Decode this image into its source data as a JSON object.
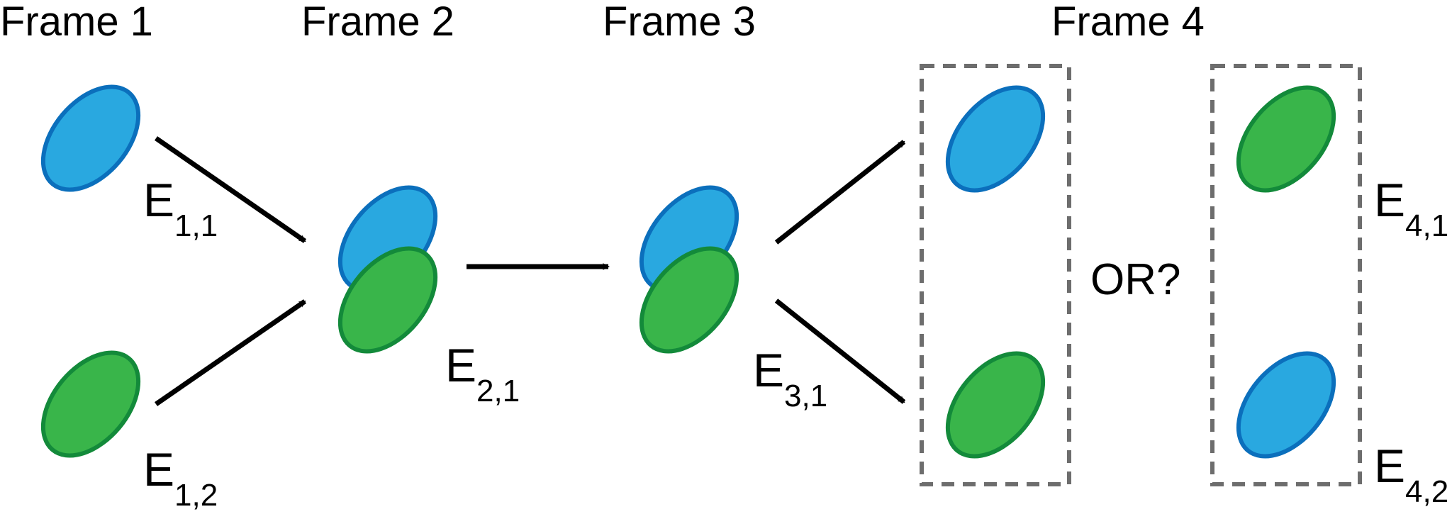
{
  "frames": {
    "f1": "Frame 1",
    "f2": "Frame 2",
    "f3": "Frame 3",
    "f4": "Frame 4"
  },
  "or_label": "OR?",
  "edges": {
    "e11": {
      "letter": "E",
      "sub": "1,1"
    },
    "e12": {
      "letter": "E",
      "sub": "1,2"
    },
    "e21": {
      "letter": "E",
      "sub": "2,1"
    },
    "e31": {
      "letter": "E",
      "sub": "3,1"
    },
    "e41": {
      "letter": "E",
      "sub": "4,1"
    },
    "e42": {
      "letter": "E",
      "sub": "4,2"
    }
  },
  "colors": {
    "blue_fill": "#29a8e0",
    "blue_stroke": "#0b6fbc",
    "green_fill": "#39b54a",
    "green_stroke": "#138a3a",
    "arrow": "#000000",
    "dashed_box": "#6d6d6d"
  }
}
